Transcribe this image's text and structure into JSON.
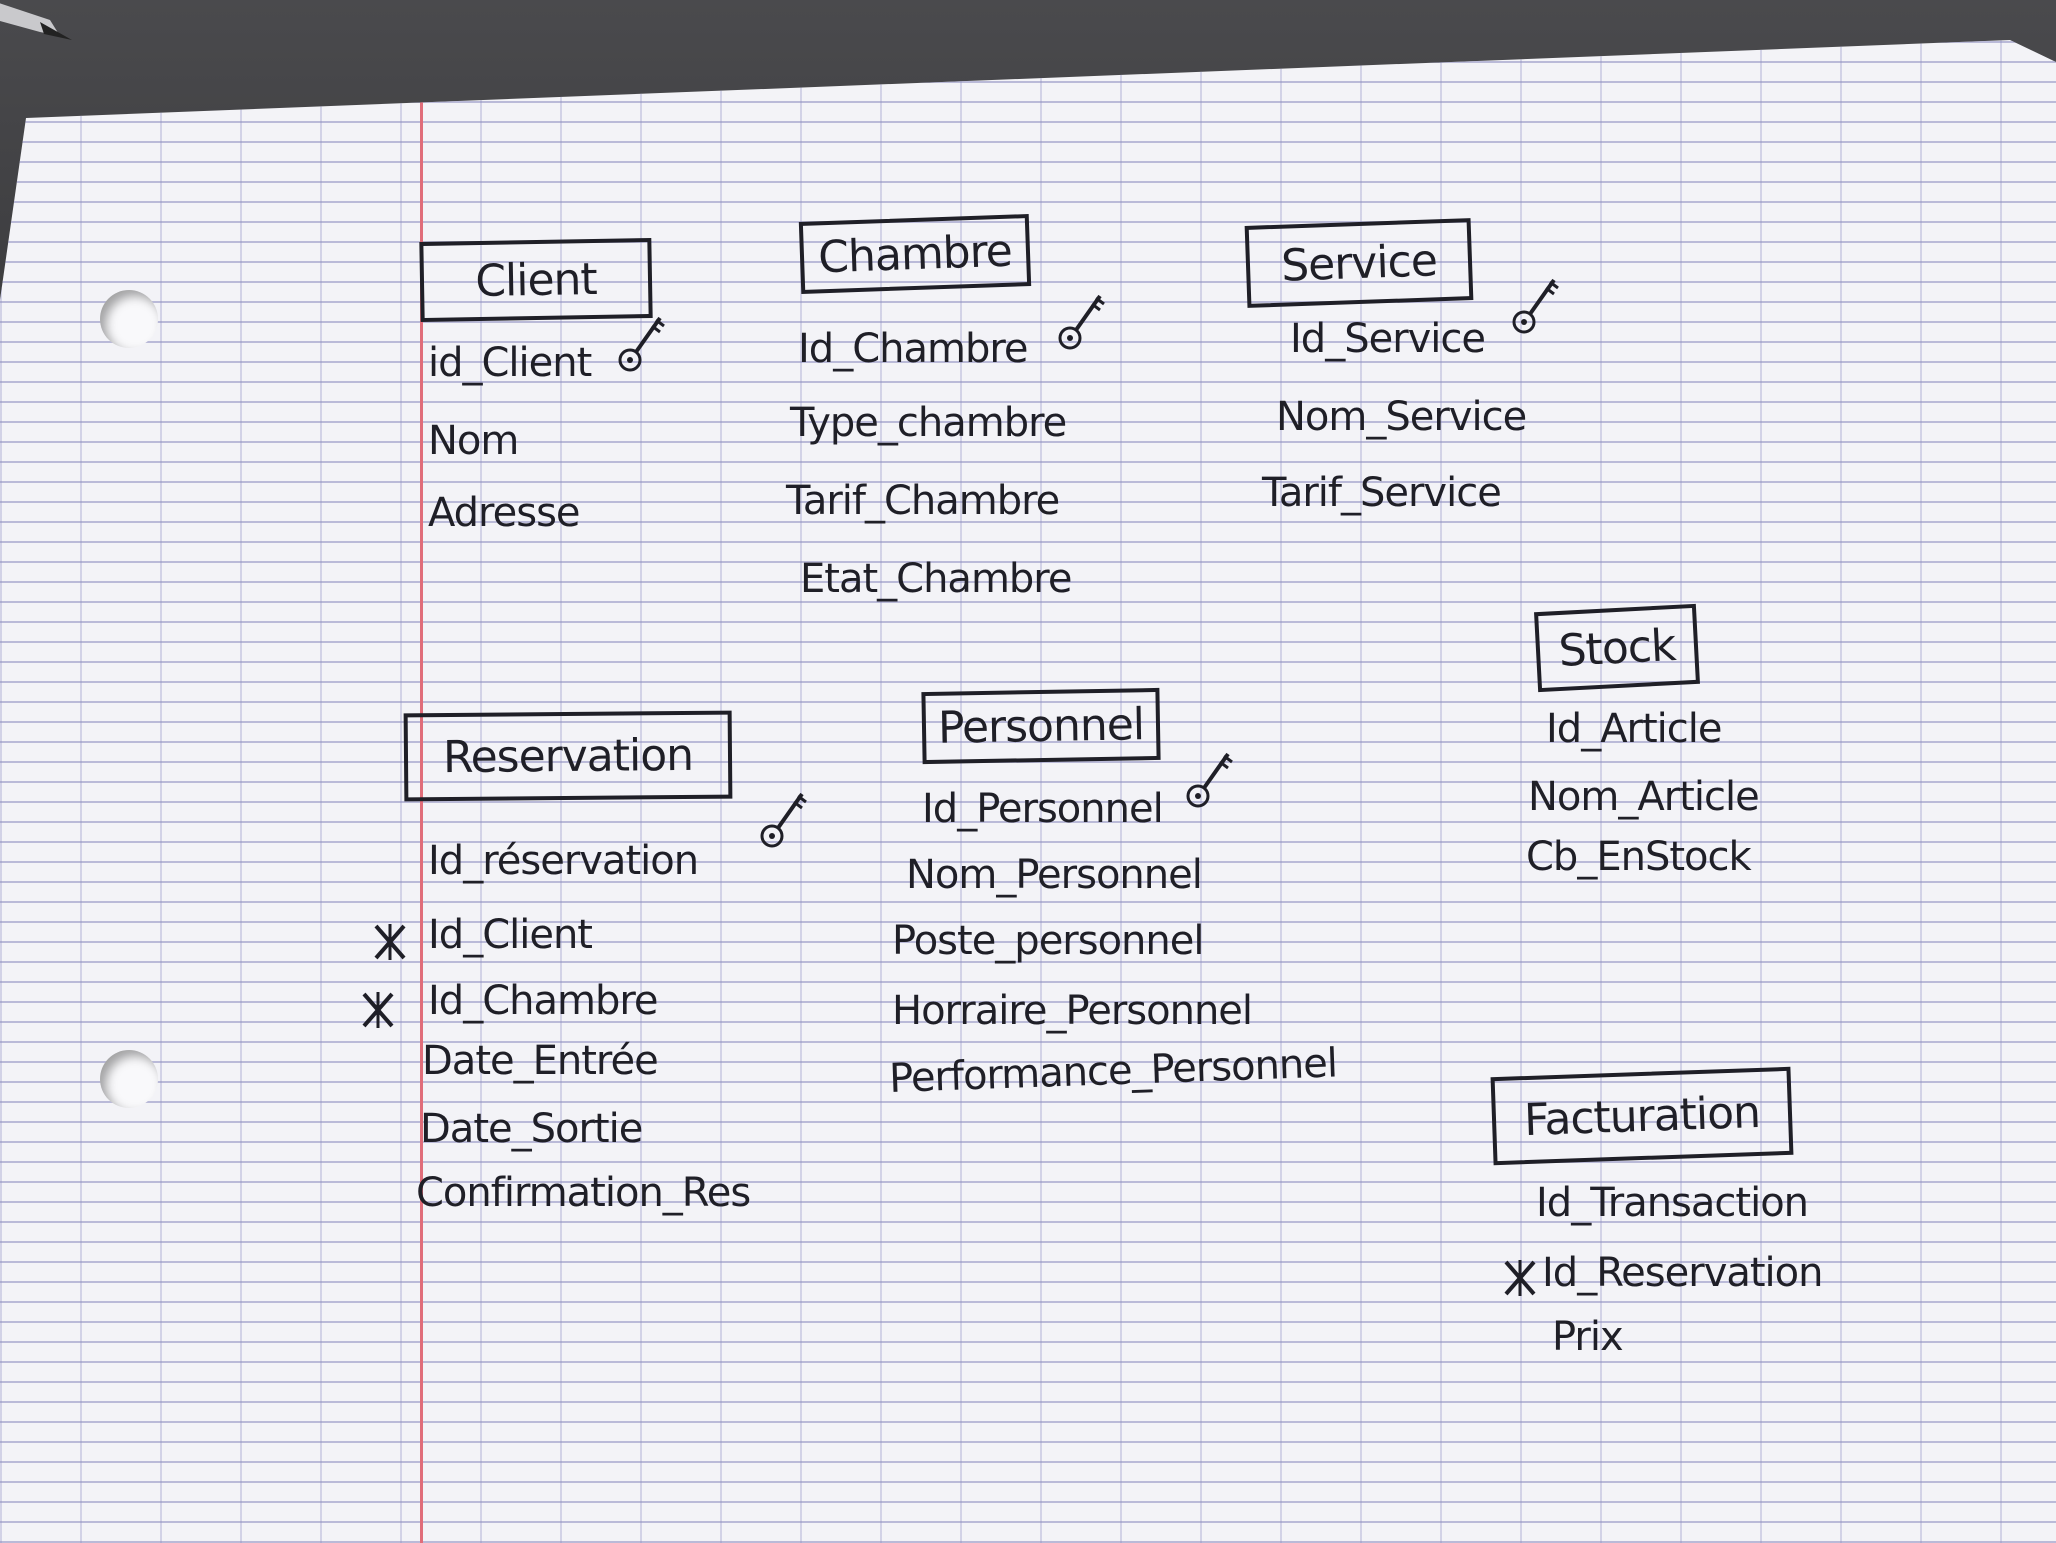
{
  "entities": {
    "client": {
      "title": "Client",
      "attributes": [
        "id_Client",
        "Nom",
        "Adresse"
      ]
    },
    "chambre": {
      "title": "Chambre",
      "attributes": [
        "Id_Chambre",
        "Type_chambre",
        "Tarif_Chambre",
        "Etat_Chambre"
      ]
    },
    "service": {
      "title": "Service",
      "attributes": [
        "Id_Service",
        "Nom_Service",
        "Tarif_Service"
      ]
    },
    "stock": {
      "title": "Stock",
      "attributes": [
        "Id_Article",
        "Nom_Article",
        "Cb_EnStock"
      ]
    },
    "reservation": {
      "title": "Reservation",
      "attributes": [
        "Id_réservation",
        "Id_Client",
        "Id_Chambre",
        "Date_Entrée",
        "Date_Sortie",
        "Confirmation_Res"
      ]
    },
    "personnel": {
      "title": "Personnel",
      "attributes": [
        "Id_Personnel",
        "Nom_Personnel",
        "Poste_personnel",
        "Horraire_Personnel",
        "Performance_Personnel"
      ]
    },
    "facturation": {
      "title": "Facturation",
      "attributes": [
        "Id_Transaction",
        "Id_Reservation",
        "Prix"
      ]
    }
  },
  "icons": {
    "primary_key": "key-icon",
    "foreign_key": "asterisk-icon"
  },
  "colors": {
    "ink": "#1f1f27",
    "paper": "#f3f3f7",
    "margin_line": "#e06d7a",
    "ruling": "#8c8cbe"
  }
}
